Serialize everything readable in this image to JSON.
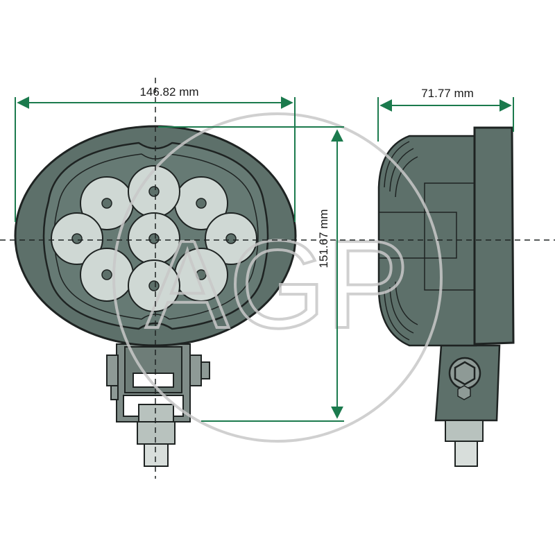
{
  "drawing": {
    "width_label": "146.82 mm",
    "height_label": "151.67 mm",
    "depth_label": "71.77 mm",
    "watermark": "AGP"
  },
  "colors": {
    "body_fill": "#5d706a",
    "outline": "#1e2322",
    "led_fill": "#cfd8d4",
    "dimension_line": "#1b7a4d",
    "watermark": "#c8c8c8",
    "bracket_fill": "#7f8c88"
  },
  "icons": {
    "front_view": "work-light-front-icon",
    "side_view": "work-light-side-icon"
  }
}
